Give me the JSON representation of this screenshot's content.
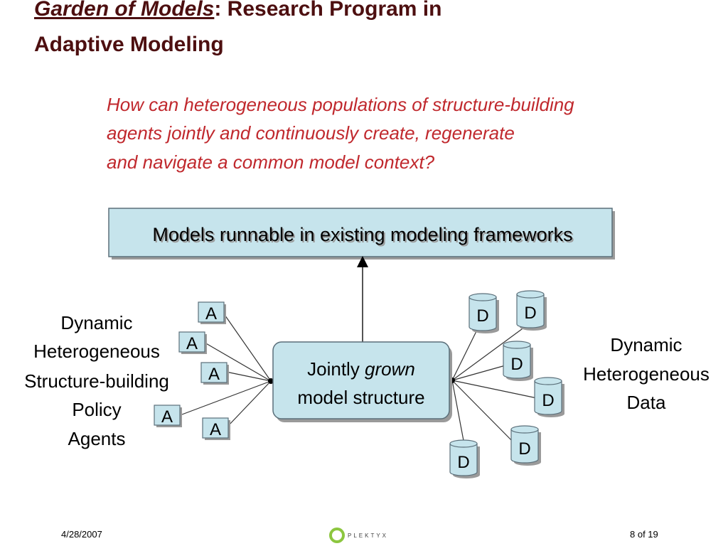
{
  "title": {
    "emphasis": "Garden of Models",
    "rest_line1": ": Research Program in",
    "line2": "Adaptive Modeling"
  },
  "question": [
    "How can heterogeneous populations of structure-building",
    "agents jointly and continuously create, regenerate",
    "and navigate a common model context?"
  ],
  "top_box": {
    "label": "Models runnable in existing modeling frameworks"
  },
  "center_box": {
    "line1_prefix": "Jointly ",
    "line1_em": "grown",
    "line2": "model structure"
  },
  "left_label": [
    "Dynamic",
    "Heterogeneous",
    "Structure-building",
    "Policy",
    "Agents"
  ],
  "right_label": [
    "Dynamic",
    "Heterogeneous",
    "Data"
  ],
  "agent_badge": "A",
  "data_badge": "D",
  "colors": {
    "title": "#4d0f10",
    "question": "#c0282d",
    "box_fill": "#c6e4ec",
    "box_stroke": "#5b6f7a",
    "shadow": "#9a9a9a"
  },
  "footer": {
    "date": "4/28/2007",
    "logo_text": "PLEKTYX",
    "page": "8 of 19"
  }
}
